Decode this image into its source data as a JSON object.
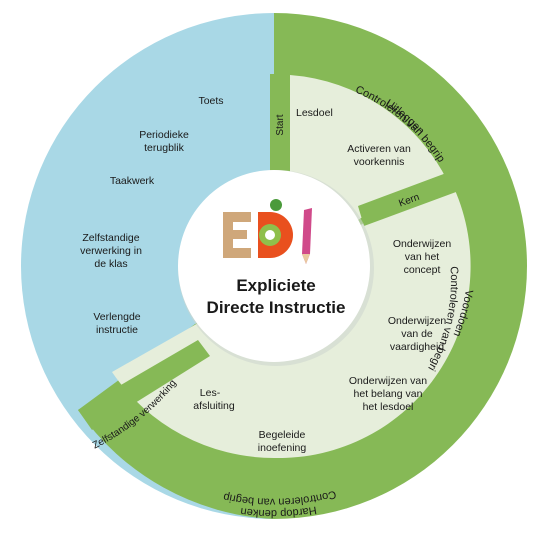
{
  "center": {
    "logo_text": "EDI",
    "title_line1": "Expliciete",
    "title_line2": "Directe Instructie"
  },
  "outer_ring": {
    "top_right": "Uitleggen",
    "right": "Voordoen",
    "bottom": "Hardop denken"
  },
  "middle_ring": {
    "top_right": "Controleren van begrip",
    "right": "Controleren van begrip",
    "bottom": "Controleren van begrip"
  },
  "bands": {
    "start": "Start",
    "kern": "Kern",
    "zelfstandige": "Zelfstandige verwerking"
  },
  "start_section": {
    "items": [
      "Lesdoel",
      "Activeren van voorkennis"
    ]
  },
  "kern_section": {
    "items": [
      "Onderwijzen van het concept",
      "Onderwijzen van de vaardigheid",
      "Onderwijzen van het belang van het lesdoel",
      "Begeleide inoefening",
      "Les-afsluiting"
    ]
  },
  "blue_section": {
    "items": [
      "Toets",
      "Periodieke terugblik",
      "Taakwerk",
      "Zelfstandige verwerking in de klas",
      "Verlengde instructie"
    ]
  },
  "colors": {
    "blue": "#a9d8e6",
    "green": "#86b956",
    "pale_green": "#e6eedb",
    "dark_text": "#1a1a1a"
  }
}
